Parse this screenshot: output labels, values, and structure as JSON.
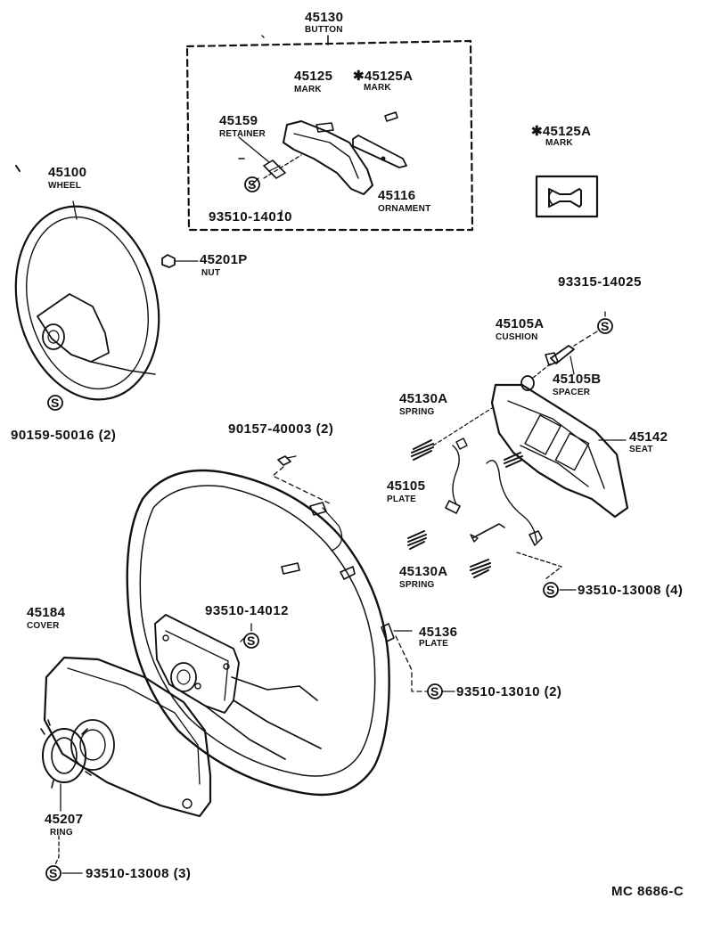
{
  "labels": {
    "button_pn": "45130",
    "button_name": "BUTTON",
    "mark_pn": "45125",
    "mark_name": "MARK",
    "mark_a_pn": "✱45125A",
    "mark_a_name": "MARK",
    "retainer_pn": "45159",
    "retainer_name": "RETAINER",
    "screw_button": "93510-14010",
    "ornament_pn": "45116",
    "ornament_name": "ORNAMENT",
    "mark_a2_pn": "✱45125A",
    "mark_a2_name": "MARK",
    "wheel_pn": "45100",
    "wheel_name": "WHEEL",
    "nut_pn": "45201P",
    "nut_name": "NUT",
    "screw_wheel": "90159-50016 (2)",
    "bolt_top": "93315-14025",
    "cushion_pn": "45105A",
    "cushion_name": "CUSHION",
    "spacer_pn": "45105B",
    "spacer_name": "SPACER",
    "spring1_pn": "45130A",
    "spring1_name": "SPRING",
    "seat_pn": "45142",
    "seat_name": "SEAT",
    "screw_pad": "90157-40003 (2)",
    "plate1_pn": "45105",
    "plate1_name": "PLATE",
    "spring2_pn": "45130A",
    "spring2_name": "SPRING",
    "screw_seat": "93510-13008 (4)",
    "cover_pn": "45184",
    "cover_name": "COVER",
    "screw_center": "93510-14012",
    "plate2_pn": "45136",
    "plate2_name": "PLATE",
    "screw_plate": "93510-13010 (2)",
    "ring_pn": "45207",
    "ring_name": "RING",
    "screw_ring": "93510-13008 (3)",
    "drawing_code": "MC 8686-C",
    "s_symbol": "S"
  },
  "icons": {
    "horn": "horn-icon",
    "screw_symbol": "s-circle-icon"
  }
}
